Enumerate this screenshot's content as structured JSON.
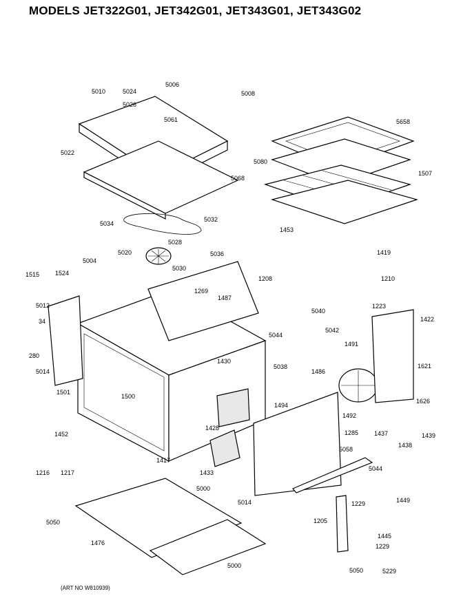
{
  "title": "MODELS JET322G01, JET342G01, JET343G01, JET343G02",
  "art_no": "(ART NO  W810939)",
  "callouts": [
    "5006",
    "5010",
    "5024",
    "5026",
    "5008",
    "5061",
    "5022",
    "5658",
    "5080",
    "1507",
    "5068",
    "1453",
    "5034",
    "5028",
    "5032",
    "5020",
    "5036",
    "5030",
    "1419",
    "1210",
    "5004",
    "1515",
    "1524",
    "1269",
    "1208",
    "1487",
    "5012",
    "5040",
    "1223",
    "1422",
    "34",
    "5044",
    "5042",
    "1491",
    "280",
    "5014",
    "1430",
    "5038",
    "1486",
    "1621",
    "1501",
    "1500",
    "1428",
    "1494",
    "1626",
    "1285",
    "1492",
    "1437",
    "1438",
    "1439",
    "1452",
    "5058",
    "1417",
    "1433",
    "5044",
    "1216",
    "1217",
    "5000",
    "5014",
    "5050",
    "1205",
    "1229",
    "1449",
    "1445",
    "1229",
    "1476",
    "5000",
    "5050",
    "5229"
  ]
}
